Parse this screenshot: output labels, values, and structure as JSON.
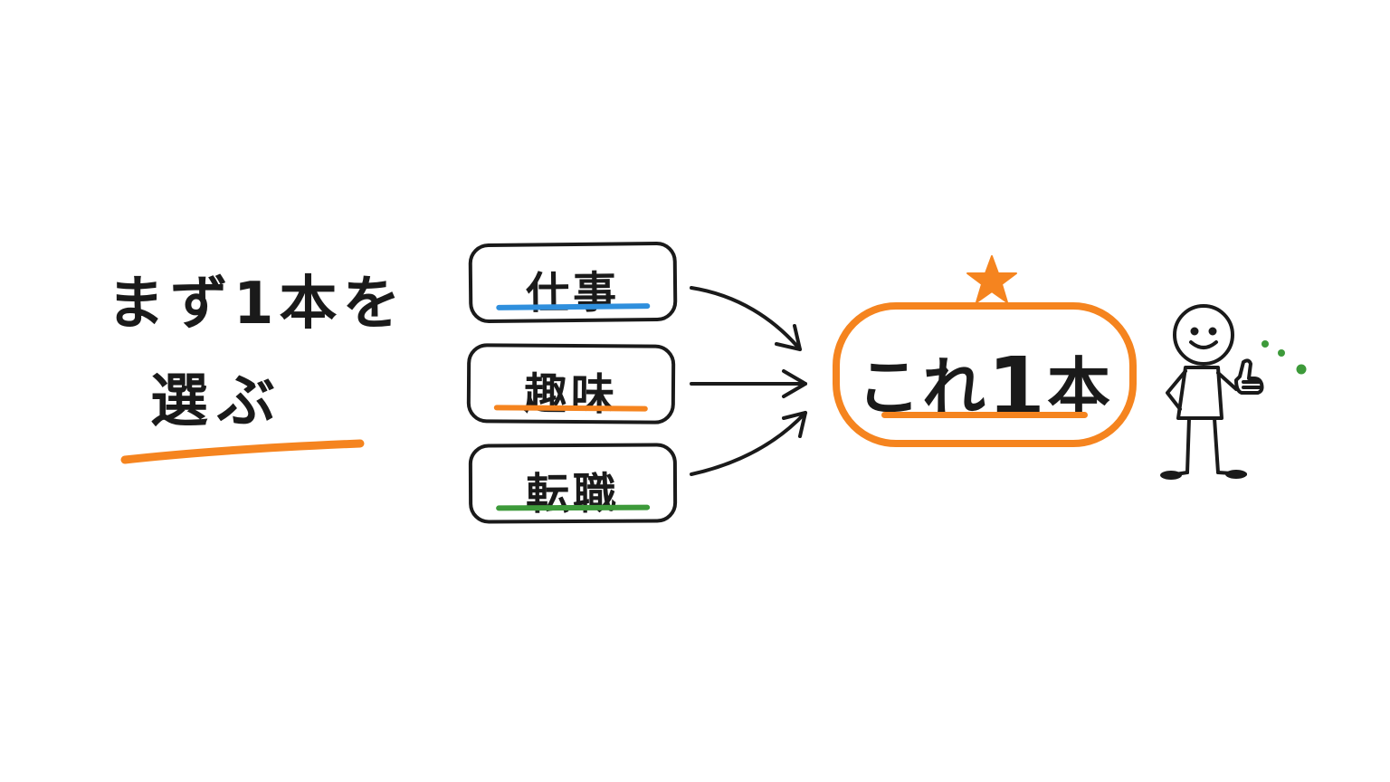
{
  "title": {
    "line1": "まず1本を",
    "line2": "選ぶ"
  },
  "options": [
    {
      "label": "仕事",
      "underline_color": "#2f8fdd"
    },
    {
      "label": "趣味",
      "underline_color": "#f5841f"
    },
    {
      "label": "転職",
      "underline_color": "#3d9a3a"
    }
  ],
  "result": {
    "label_prefix": "これ",
    "label_number": "1",
    "label_suffix": "本",
    "accent_color": "#f5841f"
  },
  "icons": {
    "star": "star-icon",
    "person": "stick-figure-thumbs-up",
    "sparkle": "sparkle-dots"
  },
  "colors": {
    "ink": "#1a1a1a",
    "accent": "#f5841f",
    "blue": "#2f8fdd",
    "green": "#3d9a3a"
  }
}
